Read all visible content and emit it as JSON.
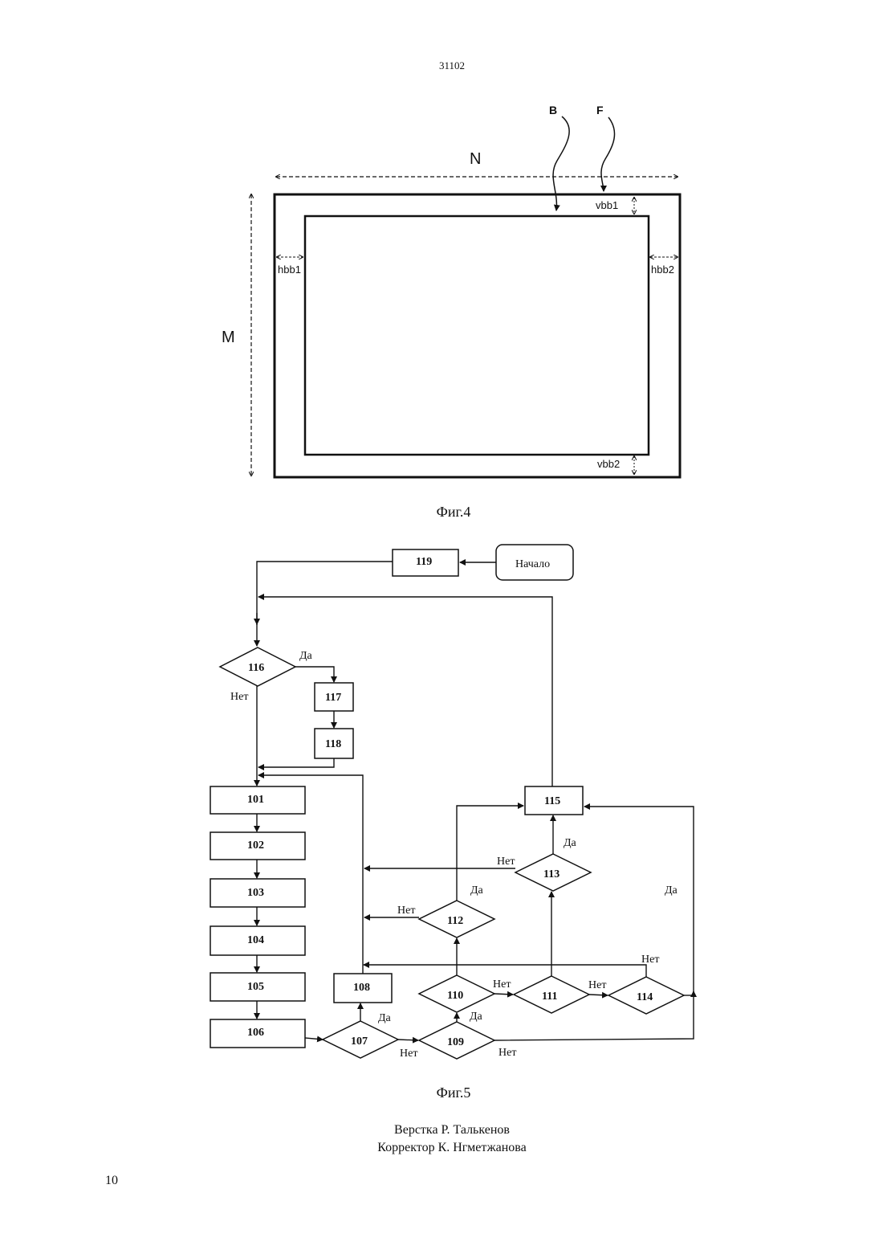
{
  "page": {
    "header_number": "31102",
    "footer_page": "10"
  },
  "fig4": {
    "caption": "Фиг.4",
    "labels": {
      "B": "B",
      "F": "F",
      "N": "N",
      "M": "M",
      "vbb1": "vbb1",
      "vbb2": "vbb2",
      "hbb1": "hbb1",
      "hbb2": "hbb2"
    }
  },
  "fig5": {
    "caption": "Фиг.5",
    "blocks": {
      "start": "Начало",
      "b119": "119",
      "b116": "116",
      "b117": "117",
      "b118": "118",
      "b101": "101",
      "b102": "102",
      "b103": "103",
      "b104": "104",
      "b105": "105",
      "b106": "106",
      "b107": "107",
      "b108": "108",
      "b109": "109",
      "b110": "110",
      "b111": "111",
      "b112": "112",
      "b113": "113",
      "b114": "114",
      "b115": "115"
    },
    "labels": {
      "yes": "Да",
      "no": "Нет"
    }
  },
  "credits": {
    "layout": "Верстка Р. Талькенов",
    "corrector": "Корректор К. Нгметжанова"
  }
}
